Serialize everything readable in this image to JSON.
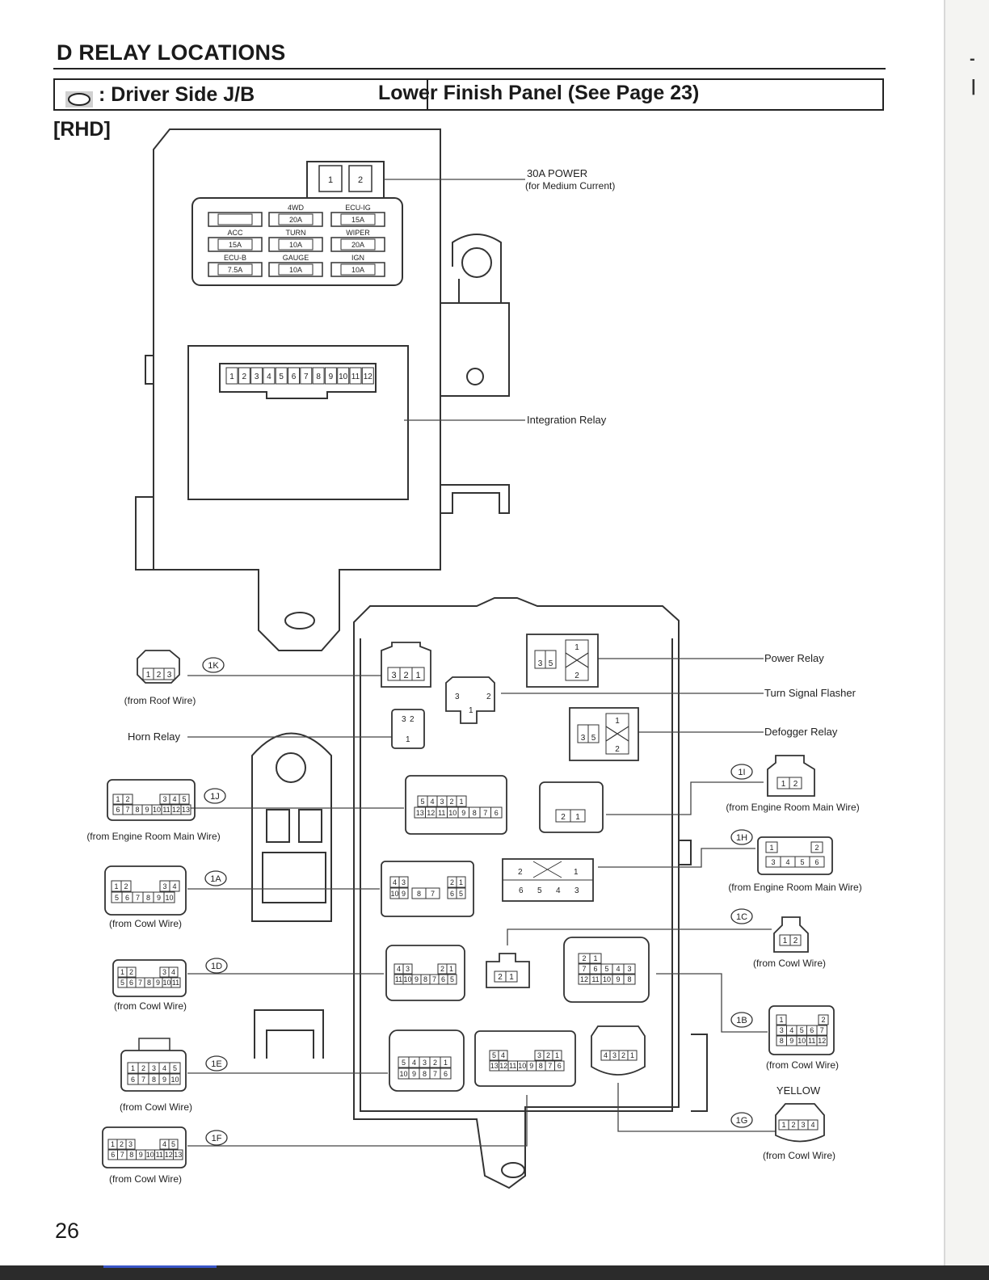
{
  "section_title": "D RELAY LOCATIONS",
  "header": {
    "location_label": ": Driver Side J/B",
    "panel_label": "Lower Finish Panel (See Page 23)"
  },
  "variant": "[RHD]",
  "page_number": "26",
  "junction_block": {
    "relay_sockets": [
      "1",
      "2"
    ],
    "fuses": [
      {
        "name": "",
        "rating": ""
      },
      {
        "name": "4WD",
        "rating": "20A"
      },
      {
        "name": "ECU-IG",
        "rating": "15A"
      },
      {
        "name": "ACC",
        "rating": "15A"
      },
      {
        "name": "TURN",
        "rating": "10A"
      },
      {
        "name": "WIPER",
        "rating": "20A"
      },
      {
        "name": "ECU-B",
        "rating": "7.5A"
      },
      {
        "name": "GAUGE",
        "rating": "10A"
      },
      {
        "name": "IGN",
        "rating": "10A"
      }
    ],
    "integration_pins": [
      "1",
      "2",
      "3",
      "4",
      "5",
      "6",
      "7",
      "8",
      "9",
      "10",
      "11",
      "12"
    ]
  },
  "callouts": {
    "power_30a": "30A POWER",
    "power_30a_note": "(for Medium Current)",
    "integration_relay": "Integration Relay",
    "power_relay": "Power Relay",
    "turn_signal_flasher": "Turn Signal Flasher",
    "horn_relay": "Horn Relay",
    "defogger_relay": "Defogger Relay"
  },
  "connectors": {
    "c1K": {
      "code": "1K",
      "source": "(from Roof Wire)",
      "pins": [
        "1",
        "2",
        "3"
      ]
    },
    "c1J": {
      "code": "1J",
      "source": "(from Engine Room Main Wire)",
      "row1": [
        "1",
        "2",
        "3",
        "4",
        "5"
      ],
      "row2": [
        "6",
        "7",
        "8",
        "9",
        "10",
        "11",
        "12",
        "13"
      ]
    },
    "c1A": {
      "code": "1A",
      "source": "(from Cowl Wire)",
      "row1": [
        "1",
        "2",
        "3",
        "4"
      ],
      "row2": [
        "5",
        "6",
        "7",
        "8",
        "9",
        "10"
      ]
    },
    "c1D": {
      "code": "1D",
      "source": "(from Cowl Wire)",
      "row1": [
        "1",
        "2",
        "3",
        "4"
      ],
      "row2": [
        "5",
        "6",
        "7",
        "8",
        "9",
        "10",
        "11"
      ]
    },
    "c1E": {
      "code": "1E",
      "source": "(from Cowl Wire)",
      "row1": [
        "1",
        "2",
        "3",
        "4",
        "5"
      ],
      "row2": [
        "6",
        "7",
        "8",
        "9",
        "10"
      ]
    },
    "c1F": {
      "code": "1F",
      "source": "(from Cowl Wire)",
      "row1": [
        "1",
        "2",
        "3",
        "4",
        "5"
      ],
      "row2": [
        "6",
        "7",
        "8",
        "9",
        "10",
        "11",
        "12",
        "13"
      ]
    },
    "c1I": {
      "code": "1I",
      "source": "(from Engine Room Main Wire)",
      "pins": [
        "1",
        "2"
      ]
    },
    "c1H": {
      "code": "1H",
      "source": "(from Engine Room Main Wire)",
      "row1": [
        "1",
        "2"
      ],
      "row2": [
        "3",
        "4",
        "5",
        "6"
      ]
    },
    "c1C": {
      "code": "1C",
      "source": "(from Cowl Wire)",
      "pins": [
        "1",
        "2"
      ]
    },
    "c1B": {
      "code": "1B",
      "source": "(from Cowl Wire)",
      "row1": [
        "1",
        "2"
      ],
      "row2": [
        "3",
        "4",
        "5",
        "6",
        "7"
      ],
      "row3": [
        "8",
        "9",
        "10",
        "11",
        "12"
      ]
    },
    "c1G": {
      "code": "1G",
      "color": "YELLOW",
      "source": "(from Cowl Wire)",
      "pins": [
        "1",
        "2",
        "3",
        "4"
      ]
    }
  },
  "block_faces": {
    "f1K": [
      "3",
      "2",
      "1"
    ],
    "power_relay": [
      "3",
      "5",
      "1",
      "2"
    ],
    "flasher": [
      "3",
      "1",
      "2"
    ],
    "horn": [
      "3",
      "2",
      "1"
    ],
    "defogger": [
      "3",
      "5",
      "1",
      "2"
    ],
    "f1J": {
      "row1": [
        "5",
        "4",
        "3",
        "2",
        "1"
      ],
      "row2": [
        "13",
        "12",
        "11",
        "10",
        "9",
        "8",
        "7",
        "6"
      ]
    },
    "f1I": [
      "2",
      "1"
    ],
    "f1A": {
      "row1": [
        "4",
        "3",
        "2",
        "1"
      ],
      "row2": [
        "10",
        "9",
        "8",
        "7",
        "6",
        "5"
      ]
    },
    "f1H": {
      "row1": [
        "2",
        "1"
      ],
      "row2": [
        "6",
        "5",
        "4",
        "3"
      ]
    },
    "f1D": {
      "row1": [
        "4",
        "3",
        "2",
        "1"
      ],
      "row2": [
        "11",
        "10",
        "9",
        "8",
        "7",
        "6",
        "5"
      ]
    },
    "f1C": [
      "2",
      "1"
    ],
    "f1B": {
      "row1": [
        "2",
        "1"
      ],
      "row2": [
        "7",
        "6",
        "5",
        "4",
        "3"
      ],
      "row3": [
        "12",
        "11",
        "10",
        "9",
        "8"
      ]
    },
    "f1E": {
      "row1": [
        "5",
        "4",
        "3",
        "2",
        "1"
      ],
      "row2": [
        "10",
        "9",
        "8",
        "7",
        "6"
      ]
    },
    "f1F": {
      "row1": [
        "5",
        "4",
        "3",
        "2",
        "1"
      ],
      "row2": [
        "13",
        "12",
        "11",
        "10",
        "9",
        "8",
        "7",
        "6"
      ]
    },
    "f1G": [
      "4",
      "3",
      "2",
      "1"
    ]
  }
}
